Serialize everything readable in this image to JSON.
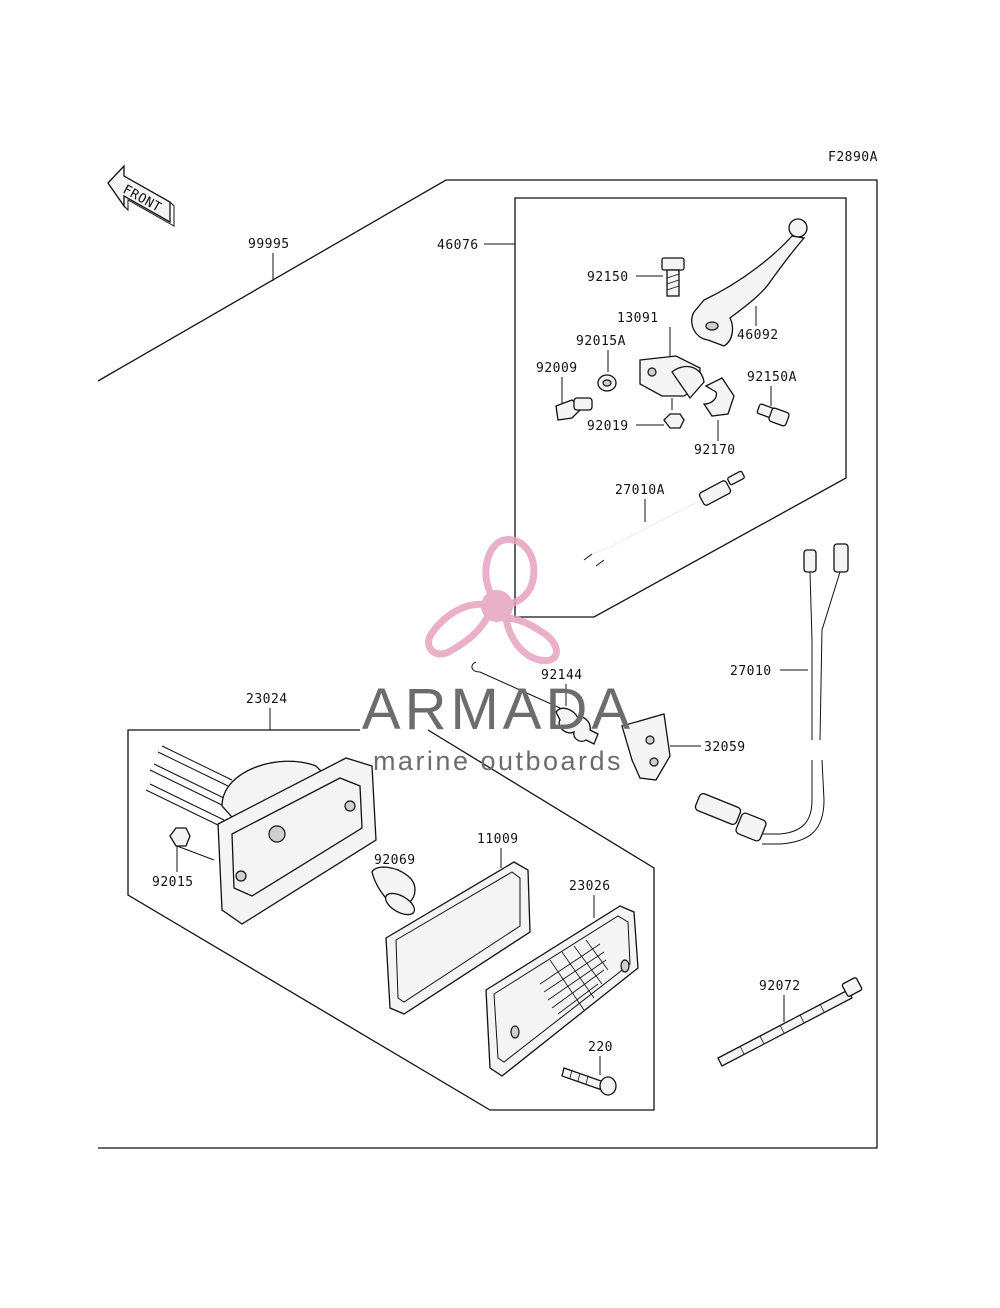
{
  "diagram_code": "F2890A",
  "front_label": "FRONT",
  "parts": {
    "p99995": "99995",
    "p46076": "46076",
    "p92150": "92150",
    "p13091": "13091",
    "p46092": "46092",
    "p92015A": "92015A",
    "p92009": "92009",
    "p92150A": "92150A",
    "p92019": "92019",
    "p92170": "92170",
    "p27010A": "27010A",
    "p27010": "27010",
    "p92144": "92144",
    "p32059": "32059",
    "p23024": "23024",
    "p92015": "92015",
    "p11009": "11009",
    "p92069": "92069",
    "p23026": "23026",
    "p220": "220",
    "p92072": "92072"
  },
  "watermark": {
    "brand": "ARMADA",
    "tagline": "marine outboards",
    "brand_color": "#e8a3c0",
    "text_color": "#6c6c6c"
  }
}
